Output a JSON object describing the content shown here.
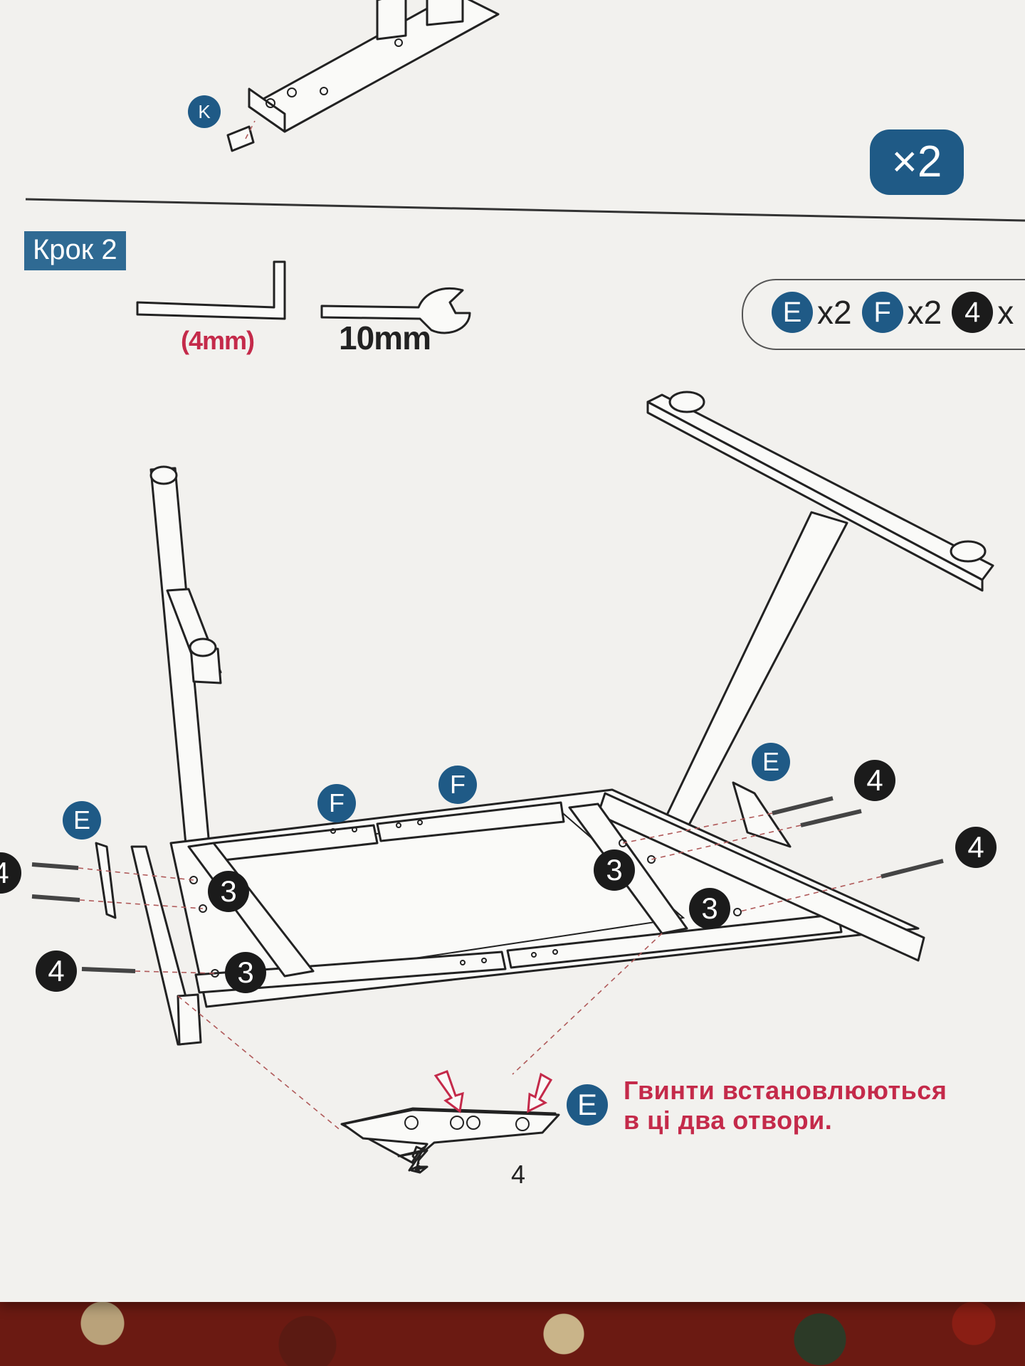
{
  "top_section": {
    "part_k_label": "K",
    "quantity": "×2"
  },
  "step": {
    "label": "Крок 2"
  },
  "tools": {
    "allen_key": {
      "icon": "allen-key-icon",
      "size": "(4mm)"
    },
    "wrench": {
      "icon": "wrench-icon",
      "size": "10mm"
    }
  },
  "parts": [
    {
      "letter": "E",
      "qty": "x2",
      "style": "blue"
    },
    {
      "letter": "F",
      "qty": "x2",
      "style": "blue"
    },
    {
      "letter": "4",
      "qty": "x",
      "style": "black"
    }
  ],
  "callouts": {
    "e_left": "E",
    "e_right": "E",
    "f_left": "F",
    "f_right": "F",
    "screw_4_far_left": "4",
    "screw_4_left_low": "4",
    "screw_4_right_top": "4",
    "screw_4_right": "4",
    "hole_3_left_top": "3",
    "hole_3_left_bottom": "3",
    "hole_3_right_top": "3",
    "hole_3_right_bottom": "3",
    "detail_e": "E"
  },
  "note": {
    "line1": "Гвинти встановлюються",
    "line2": "в ці два отвори."
  },
  "page_number": "4",
  "colors": {
    "accent_blue": "#1f5a86",
    "step_blue": "#2f6a93",
    "note_red": "#c42a4a",
    "paper": "#f2f1ee"
  }
}
